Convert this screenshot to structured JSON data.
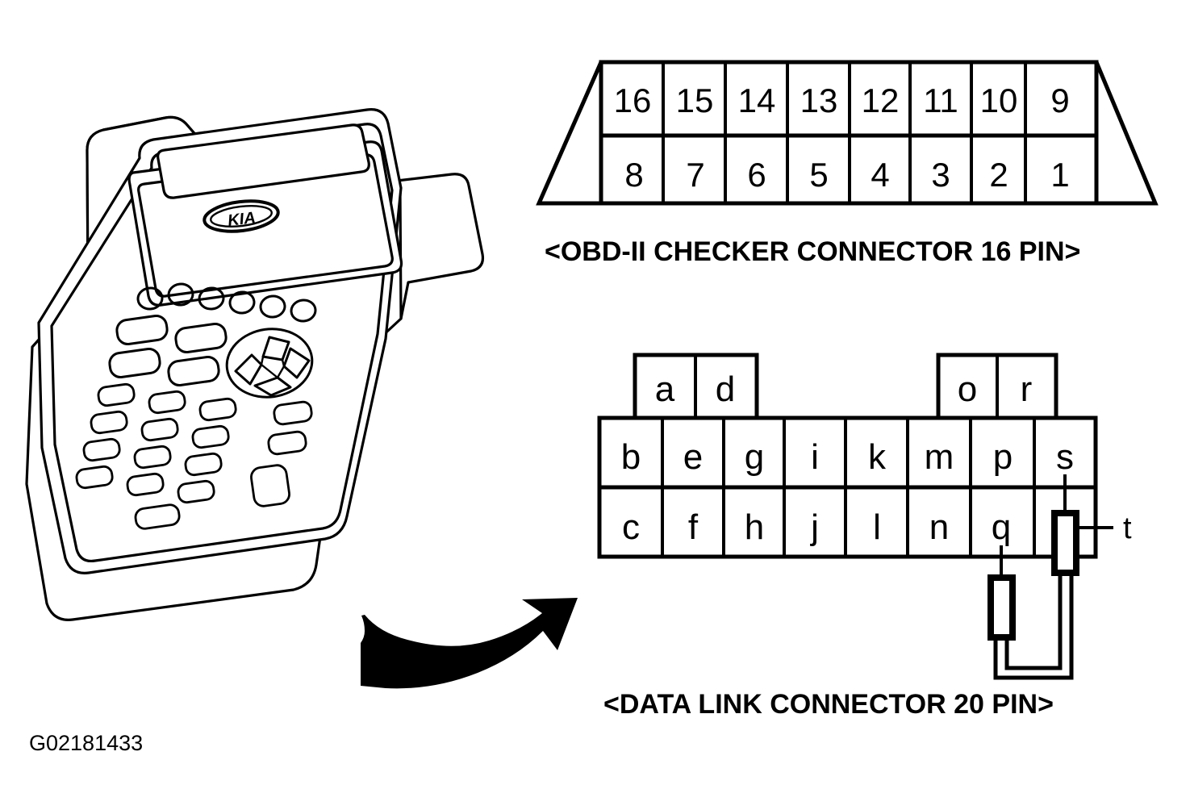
{
  "figure": {
    "id_label": "G02181433",
    "background_color": "#ffffff",
    "ink_color": "#000000"
  },
  "scan_tool": {
    "name": "kia-scan-tool",
    "brand_logo_text": "KIA",
    "description": "Handheld diagnostic scan tool illustration",
    "round_button_count": 6,
    "keypad_key_count": 19
  },
  "arrow": {
    "name": "curved-pointer-arrow",
    "direction": "up-right"
  },
  "obd_connector": {
    "caption": "<OBD-II CHECKER CONNECTOR 16 PIN>",
    "shape": "trapezoid",
    "top_row": [
      "16",
      "15",
      "14",
      "13",
      "12",
      "11",
      "10",
      "9"
    ],
    "bottom_row": [
      "8",
      "7",
      "6",
      "5",
      "4",
      "3",
      "2",
      "1"
    ]
  },
  "dlc_connector": {
    "caption": "<DATA LINK CONNECTOR 20 PIN>",
    "upper_left_row": [
      "a",
      "d"
    ],
    "upper_right_row": [
      "o",
      "r"
    ],
    "middle_row": [
      "b",
      "e",
      "g",
      "i",
      "k",
      "m",
      "p",
      "s"
    ],
    "bottom_row": [
      "c",
      "f",
      "h",
      "j",
      "l",
      "n",
      "q",
      ""
    ],
    "jumper": {
      "label": "t",
      "probe_terminals": 2,
      "connected_pins": [
        "q",
        "s"
      ]
    }
  }
}
